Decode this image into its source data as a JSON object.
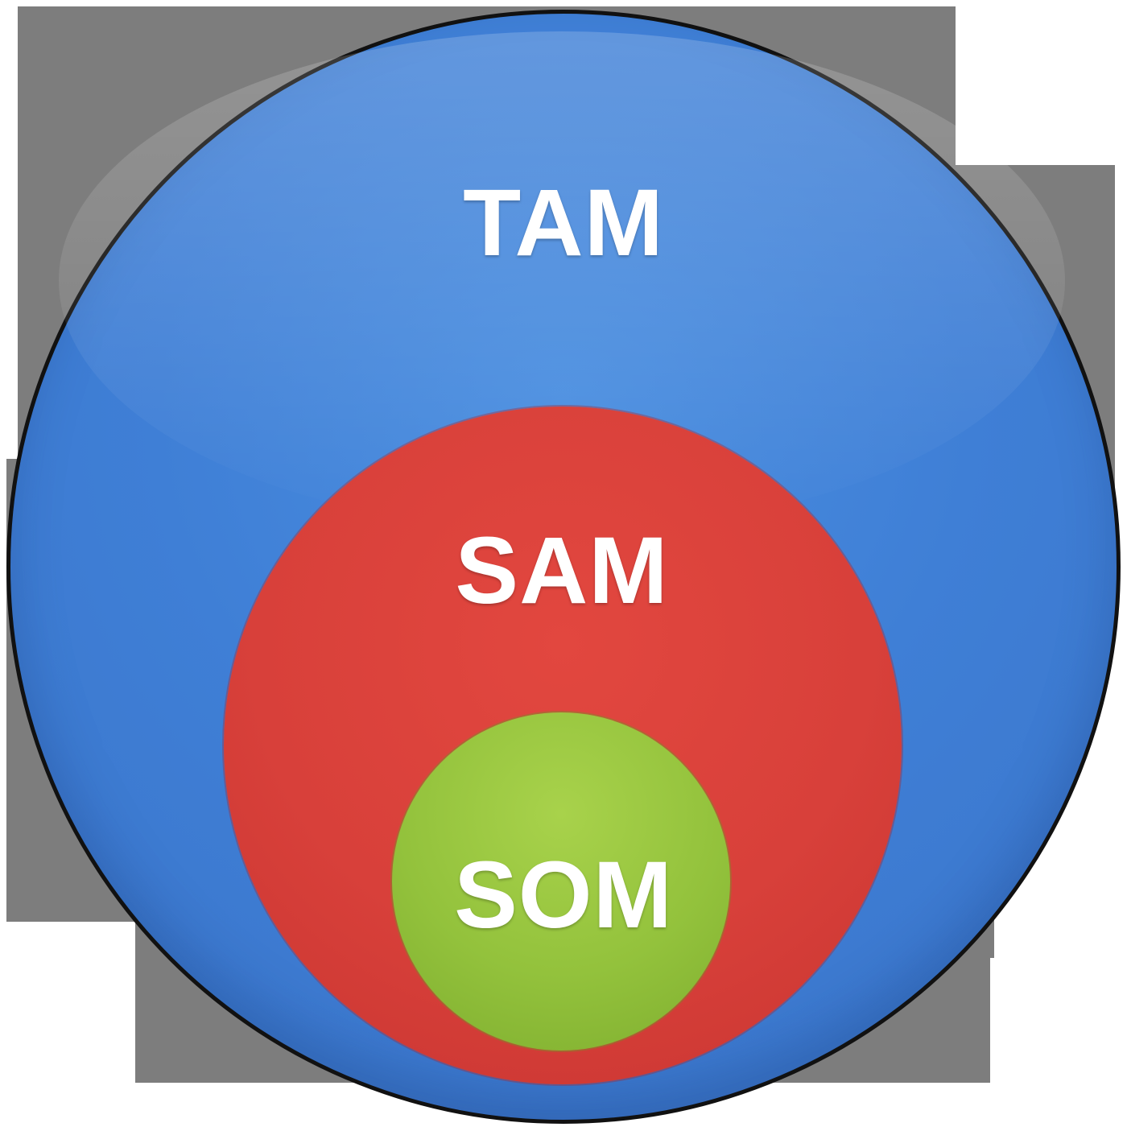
{
  "diagram": {
    "type": "nested-circles",
    "colors": {
      "background_blocks": "#7d7d7d",
      "tam": "#3f7fd6",
      "sam": "#d8403a",
      "som": "#93c23c",
      "outline": "#111111",
      "label_text": "#ffffff"
    },
    "circles": [
      {
        "id": "tam",
        "label": "TAM"
      },
      {
        "id": "sam",
        "label": "SAM"
      },
      {
        "id": "som",
        "label": "SOM"
      }
    ]
  }
}
